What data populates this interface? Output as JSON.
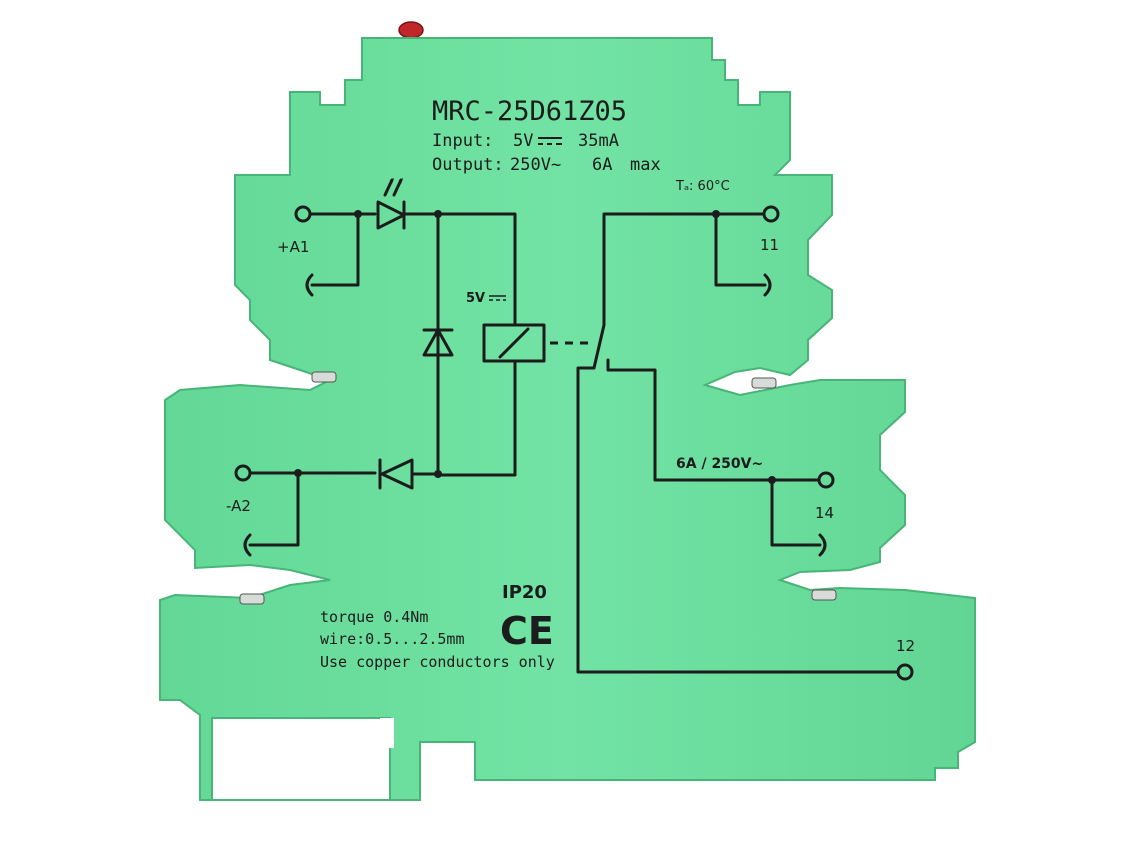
{
  "product": {
    "model": "MRC-25D61Z05",
    "input_label": "Input:",
    "input_value": "5V",
    "input_current": "35mA",
    "output_label": "Output:",
    "output_value": "250V~",
    "output_current": "6A",
    "output_max": "max",
    "ambient": "Tₐ: 60°C",
    "coil_label": "5V",
    "contact_rating": "6A / 250V~",
    "protection": "IP20",
    "ce_mark": "CE"
  },
  "terminals": {
    "a1": "+A1",
    "a2": "-A2",
    "t11": "11",
    "t14": "14",
    "t12": "12"
  },
  "notes": {
    "torque": "torque 0.4Nm",
    "wire": "wire:0.5...2.5mm",
    "copper": "Use copper conductors only"
  },
  "colors": {
    "housing": "#6ee0a0",
    "housing_shadow": "#4cc082",
    "print": "#1c1c1c",
    "led": "#c0262a",
    "background": "#ffffff"
  }
}
